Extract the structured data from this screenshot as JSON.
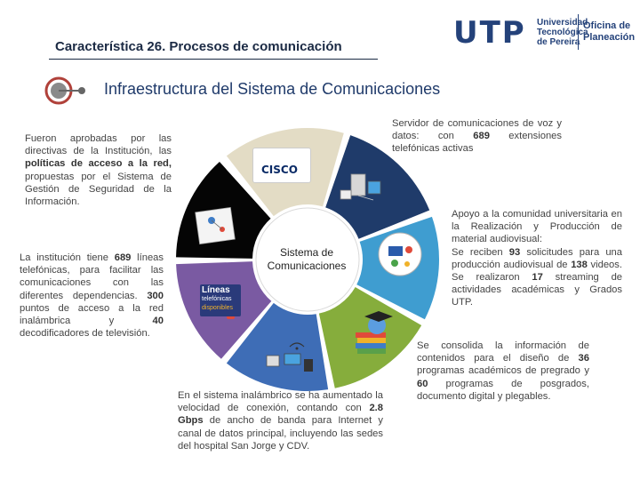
{
  "header": {
    "title": "Característica 26. Procesos de comunicación",
    "logo_letters": "UTP",
    "logo_university": [
      "Universidad",
      "Tecnológica",
      "de Pereira"
    ],
    "logo_office": [
      "Oficina de",
      "Planeación"
    ]
  },
  "subtitle": "Infraestructura del Sistema de Comunicaciones",
  "hub": {
    "label_line1": "Sistema de",
    "label_line2": "Comunicaciones"
  },
  "illustrations": {
    "cisco": "CISCO",
    "lineas_line1": "Líneas",
    "lineas_line2": "telefónicas",
    "lineas_line3": "disponibles"
  },
  "blocks": {
    "policies": {
      "a": "Fueron aprobadas por las directivas de la Institución, las ",
      "b": "políticas de acceso a la red,",
      "c": " propuestas por el Sistema de Gestión de Seguridad de la Información."
    },
    "lines": {
      "a": "La institución tiene ",
      "b": "689",
      "c": " líneas telefónicas, para facilitar las comunicaciones con las diferentes dependencias. ",
      "d": "300",
      "e": " puntos de acceso a la red inalámbrica y ",
      "f": "40",
      "g": " decodificadores de televisión."
    },
    "server": {
      "a": "Servidor de comunicaciones de voz y datos: con ",
      "b": "689",
      "c": " extensiones telefónicas activas"
    },
    "support": {
      "a": "Apoyo a la comunidad universitaria en la Realización y Producción de material audiovisual:",
      "b": "Se reciben ",
      "c": "93",
      "d": " solicitudes para una producción audiovisual de ",
      "e": "138",
      "f": " videos. Se realizaron ",
      "g": "17",
      "h": " streaming de actividades académicas y Grados UTP."
    },
    "content": {
      "a": "Se consolida la información de contenidos para el diseño de ",
      "b": "36",
      "c": " programas académicos de pregrado y ",
      "d": "60",
      "e": " programas de posgrados, documento digital y plegables."
    },
    "wireless": {
      "a": "En el sistema inalámbrico se ha aumentado la velocidad de conexión, contando con ",
      "b": "2.8 Gbps",
      "c": " de ancho de banda para Internet y canal de datos principal, incluyendo las sedes del hospital San Jorge y CDV."
    }
  },
  "colors": {
    "segment_beige": "#e3dcc5",
    "segment_navy": "#1f3b6a",
    "segment_teal": "#3f9dd0",
    "segment_green": "#86ad3c",
    "segment_blue": "#3e6db6",
    "segment_purple": "#7a5aa2",
    "segment_black": "#050505",
    "hub": "#ffffff",
    "brand_blue": "#24427a"
  }
}
